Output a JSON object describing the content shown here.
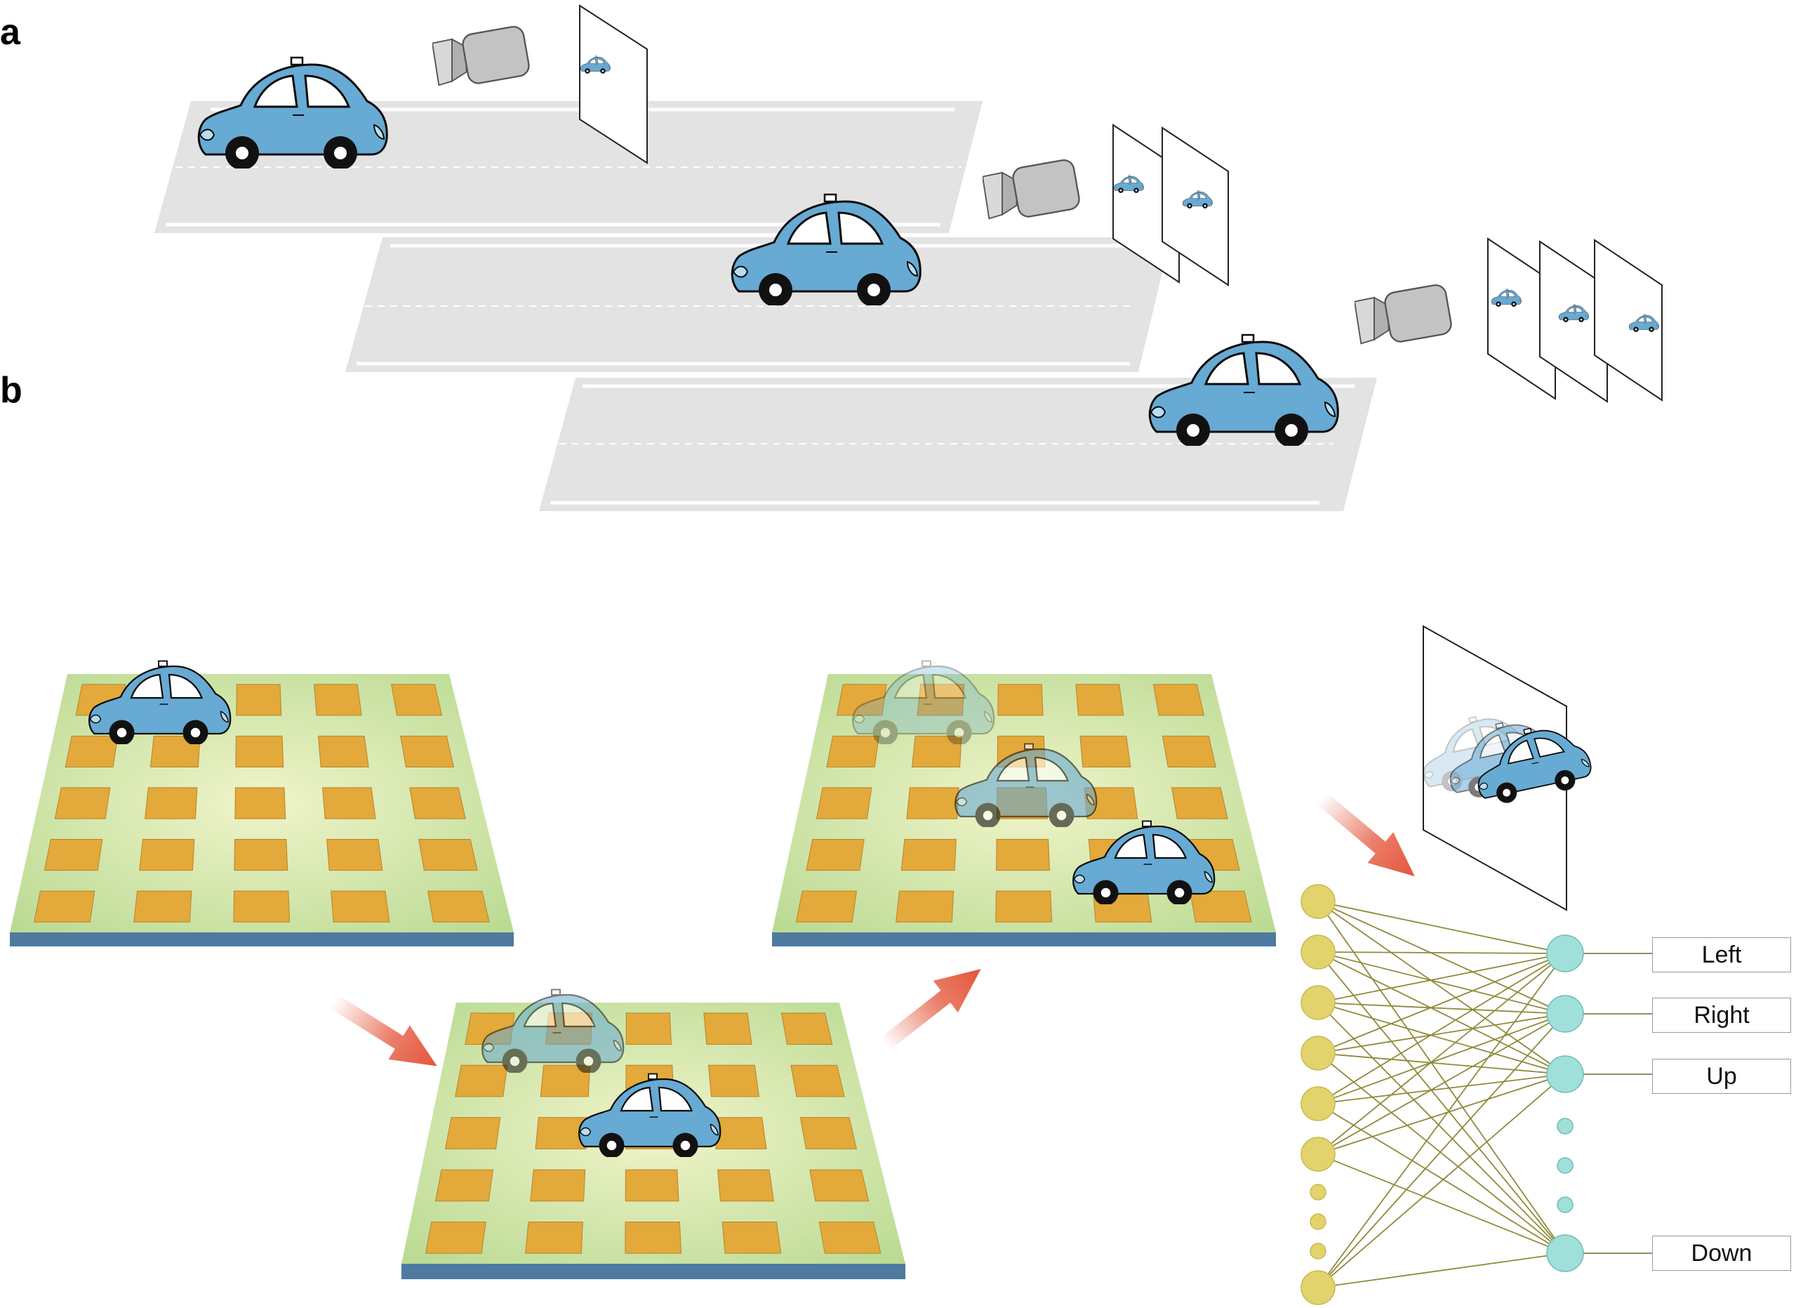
{
  "panels": {
    "a": "a",
    "b": "b"
  },
  "outputs": [
    "Left",
    "Right",
    "Up",
    "Down"
  ],
  "colors": {
    "car_body": "#67aad4",
    "road": "#e3e3e3",
    "pixel_board": "#c8e0a0",
    "pixel": "#e3a93a",
    "board_base": "#4e7aa0",
    "input_neuron": "#e3d36c",
    "output_neuron": "#9fe0da",
    "connection": "#8f8a3a",
    "arrow": "#e4553a"
  },
  "icons": [
    "car-icon",
    "camera-icon",
    "frame-icon",
    "arrow-icon"
  ]
}
